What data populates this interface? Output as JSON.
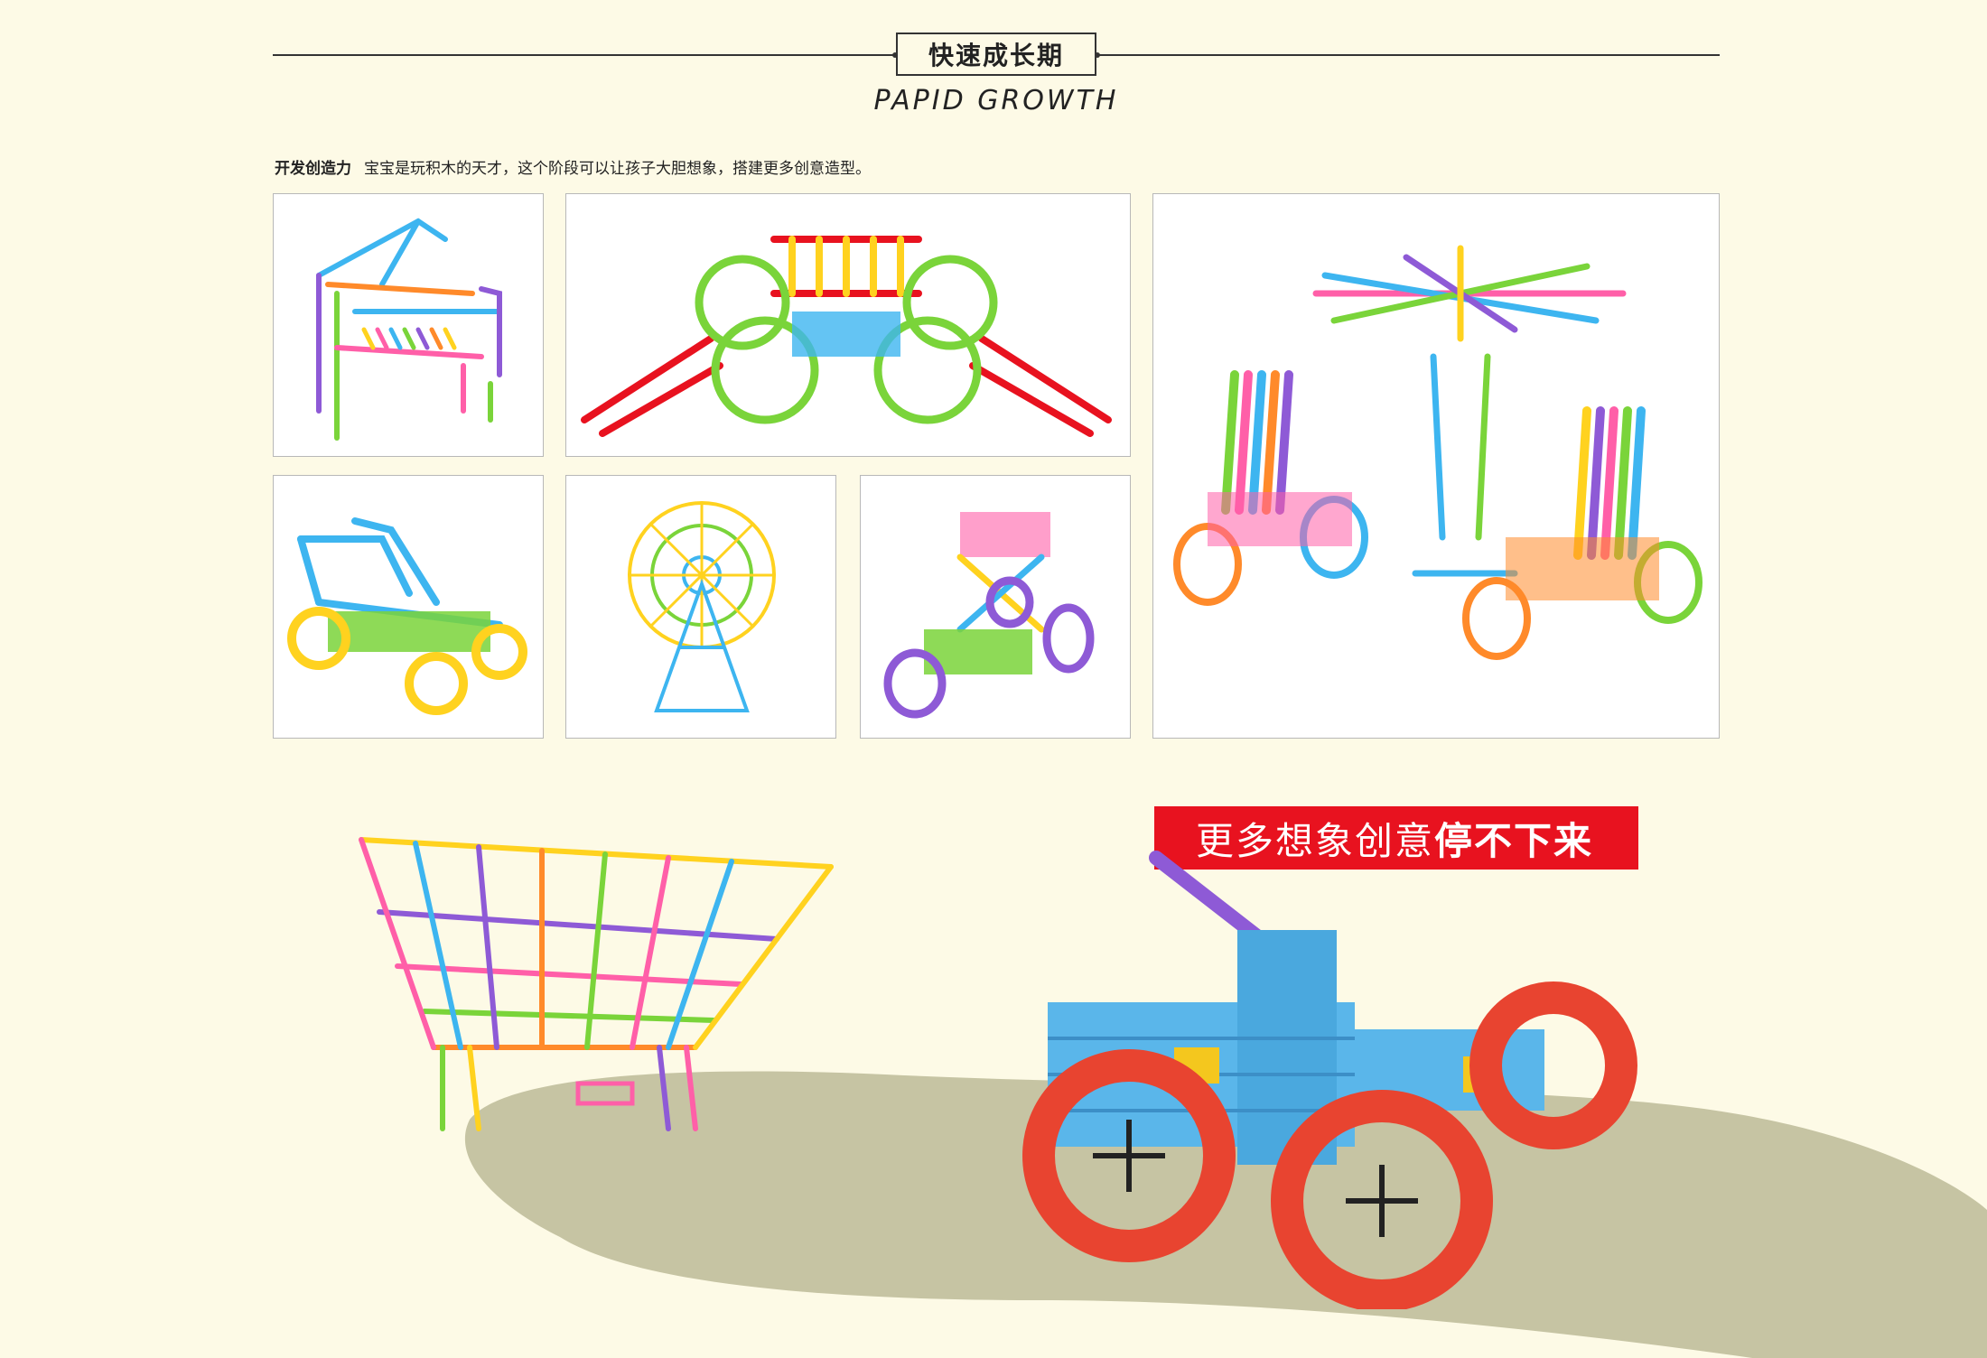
{
  "header": {
    "title": "快速成长期",
    "subtitle": "PAPID GROWTH"
  },
  "intro": {
    "label": "开发创造力",
    "text": "宝宝是玩积木的天才，这个阶段可以让孩子大胆想象，搭建更多创意造型。"
  },
  "promo": {
    "text_normal": "更多想象创意",
    "text_bold": "停不下来"
  },
  "colors": {
    "background": "#fdfae6",
    "promo_red": "#e8121f",
    "ground": "#c6c4a3",
    "frame_border": "#b8b8b8"
  }
}
